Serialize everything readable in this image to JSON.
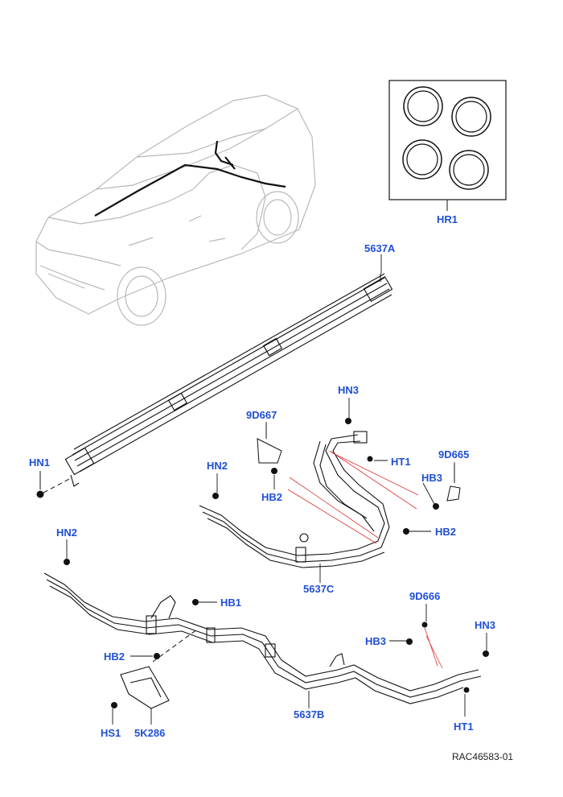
{
  "callouts": {
    "hr1": "HR1",
    "p5637a": "5637A",
    "hn1": "HN1",
    "hn3_top": "HN3",
    "p9d667": "9D667",
    "hn2_mid": "HN2",
    "hb2_mid": "HB2",
    "ht1_top": "HT1",
    "p9d665": "9D665",
    "hb3_right": "HB3",
    "hb2_right": "HB2",
    "p5637c": "5637C",
    "hn2_left": "HN2",
    "hb1": "HB1",
    "p9d666": "9D666",
    "hb3_low": "HB3",
    "hn3_low": "HN3",
    "hb2_low": "HB2",
    "p5637b": "5637B",
    "hs1": "HS1",
    "p5k286": "5K286",
    "ht1_low": "HT1"
  },
  "reference_code": "RAC46583-01",
  "colors": {
    "callout": "#1f4fd6",
    "line": "#222222",
    "leader_red": "#e03030",
    "vehicle": "#b8b8b8"
  }
}
